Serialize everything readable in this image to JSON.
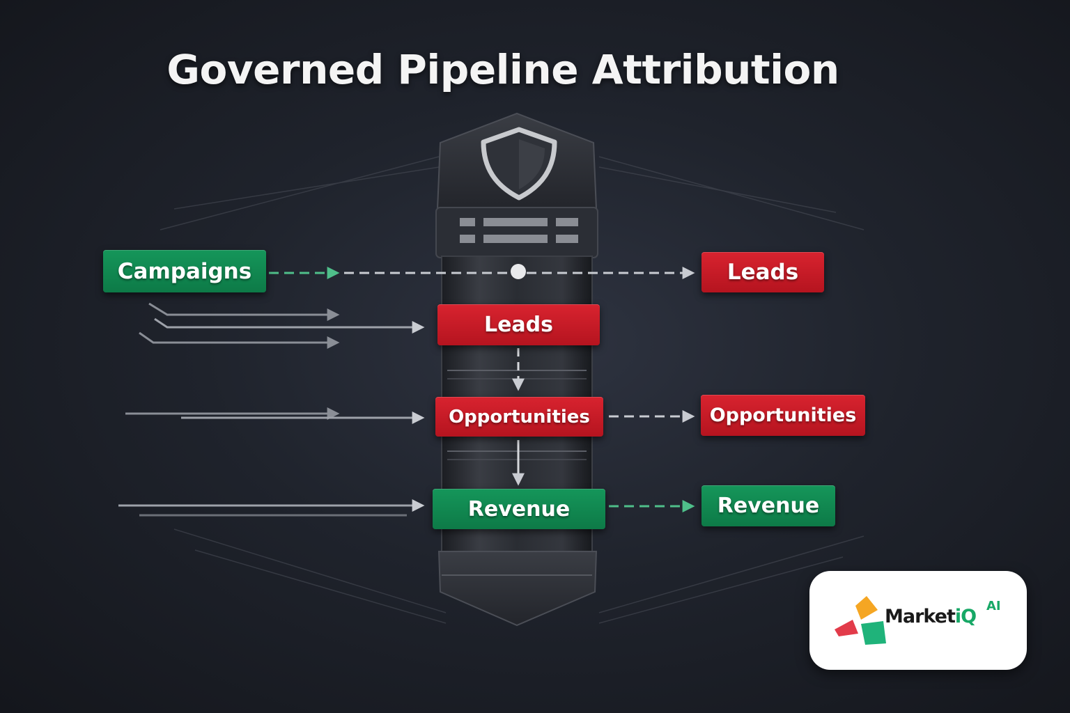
{
  "title": "Governed Pipeline Attribution",
  "nodes": {
    "campaigns": "Campaigns",
    "leads_center": "Leads",
    "opportunities_center": "Opportunities",
    "revenue_center": "Revenue",
    "leads_right": "Leads",
    "opportunities_right": "Opportunities",
    "revenue_right": "Revenue"
  },
  "logo": {
    "brand": "Market",
    "brand_accent": "iQ",
    "superscript": "AI"
  },
  "colors": {
    "red": "#c81b27",
    "green": "#11864f",
    "background": "#1f232c",
    "arrow": "#c9ccd2",
    "arrow_green": "#4fbf8a"
  },
  "icons": {
    "pillar_top": "shield-icon"
  }
}
